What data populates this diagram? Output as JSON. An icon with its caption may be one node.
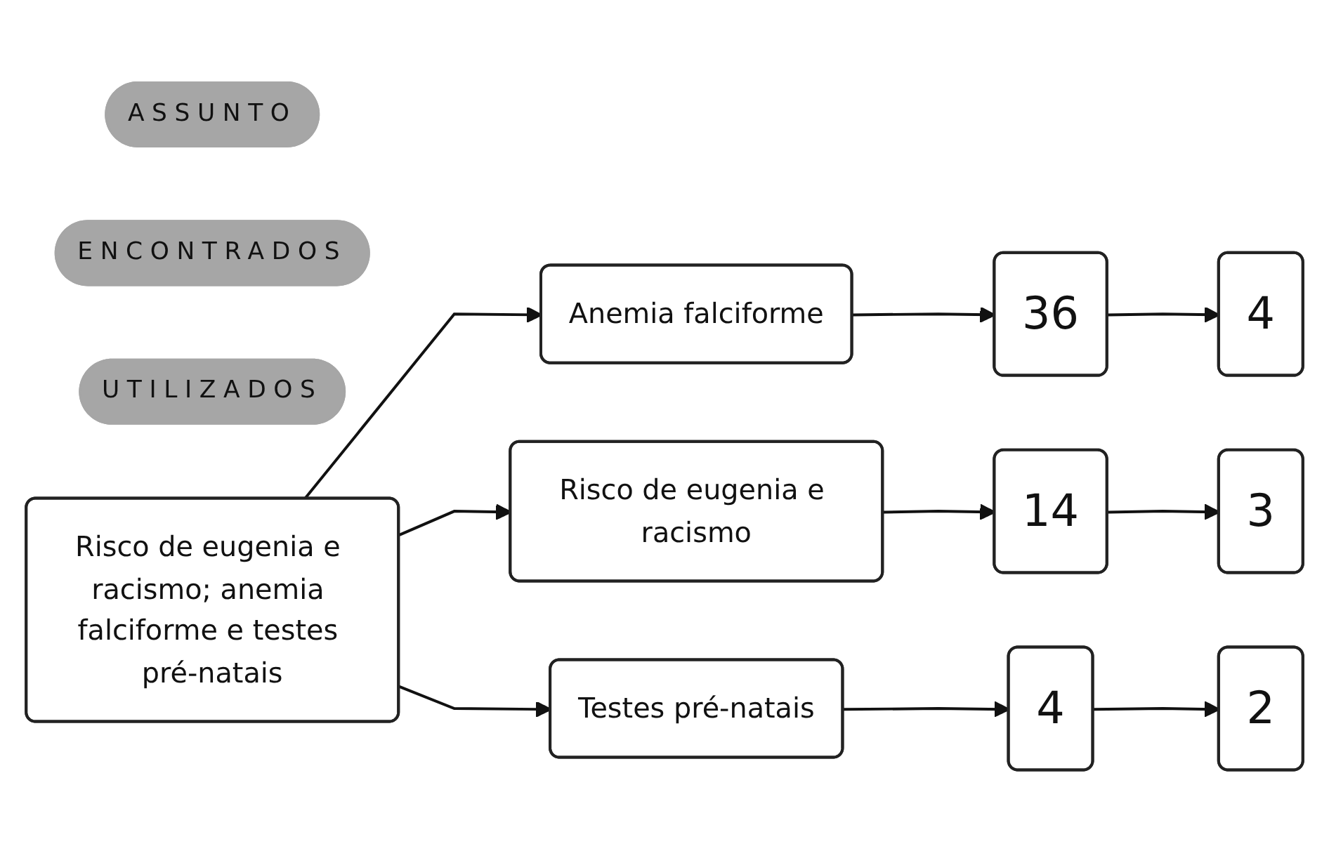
{
  "diagram": {
    "nodes": [
      {
        "text": [
          "ASSUNTO"
        ]
      },
      {
        "text": [
          "ENCONTRADOS"
        ]
      },
      {
        "text": [
          "UTILIZADOS"
        ]
      },
      {
        "text": [
          "Risco de eugenia e racismo; anemia falciforme e testes pré-natais"
        ]
      },
      {
        "text": [
          "Anemia falciforme"
        ]
      },
      {
        "text": [
          "36"
        ]
      },
      {
        "text": [
          "4"
        ]
      },
      {
        "text": [
          "Risco de eugenia e racismo"
        ]
      },
      {
        "text": [
          "14"
        ]
      },
      {
        "text": [
          "3"
        ]
      },
      {
        "text": [
          "Testes pré-natais"
        ]
      },
      {
        "text": [
          "4"
        ]
      },
      {
        "text": [
          "2"
        ]
      }
    ],
    "edges": [
      {
        "from": 3,
        "to": 4,
        "arrow": "to"
      },
      {
        "from": 3,
        "to": 7,
        "arrow": "to"
      },
      {
        "from": 3,
        "to": 10,
        "arrow": "to"
      },
      {
        "from": 4,
        "to": 5,
        "arrow": "to"
      },
      {
        "from": 5,
        "to": 6,
        "arrow": "to"
      },
      {
        "from": 7,
        "to": 8,
        "arrow": "to"
      },
      {
        "from": 8,
        "to": 9,
        "arrow": "to"
      },
      {
        "from": 10,
        "to": 11,
        "arrow": "to"
      },
      {
        "from": 11,
        "to": 12,
        "arrow": "to"
      }
    ]
  }
}
